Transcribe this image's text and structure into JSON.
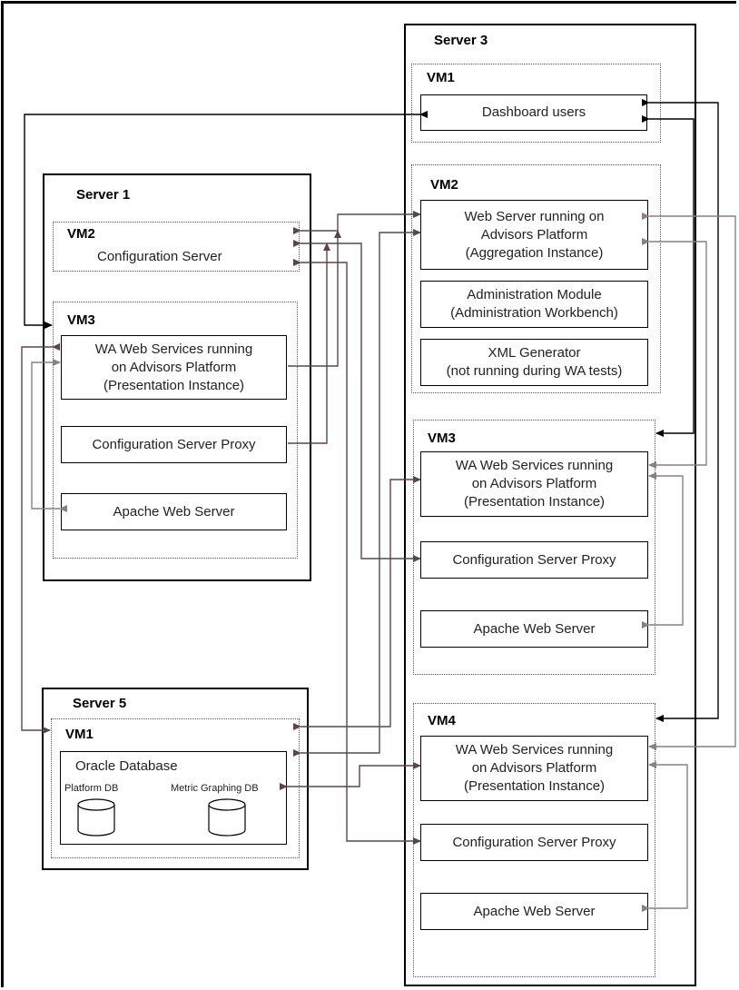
{
  "server3": {
    "title": "Server 3",
    "vm1": {
      "title": "VM1",
      "dashboard_users": "Dashboard users"
    },
    "vm2": {
      "title": "VM2",
      "web_server": [
        "Web Server running on",
        "Advisors Platform",
        "(Aggregation Instance)"
      ],
      "admin_module": [
        "Administration Module",
        "(Administration Workbench)"
      ],
      "xml_generator": [
        "XML Generator",
        "(not running during WA tests)"
      ]
    },
    "vm3": {
      "title": "VM3",
      "wa_services": [
        "WA Web Services running",
        "on Advisors Platform",
        "(Presentation Instance)"
      ],
      "config_proxy": "Configuration Server Proxy",
      "apache": "Apache Web Server"
    },
    "vm4": {
      "title": "VM4",
      "wa_services": [
        "WA Web Services running",
        "on Advisors Platform",
        "(Presentation Instance)"
      ],
      "config_proxy": "Configuration Server Proxy",
      "apache": "Apache Web Server"
    }
  },
  "server1": {
    "title": "Server 1",
    "vm2": {
      "title": "VM2",
      "config_server": "Configuration Server"
    },
    "vm3": {
      "title": "VM3",
      "wa_services": [
        "WA Web Services running",
        "on Advisors Platform",
        "(Presentation Instance)"
      ],
      "config_proxy": "Configuration Server Proxy",
      "apache": "Apache Web Server"
    }
  },
  "server5": {
    "title": "Server 5",
    "vm1": {
      "title": "VM1",
      "oracle": "Oracle Database",
      "platform_db": "Platform DB",
      "metric_db": "Metric Graphing DB"
    }
  },
  "colors": {
    "black_link": "#000000",
    "brown_link": "#5a4648",
    "gray_link": "#8a7f86"
  }
}
